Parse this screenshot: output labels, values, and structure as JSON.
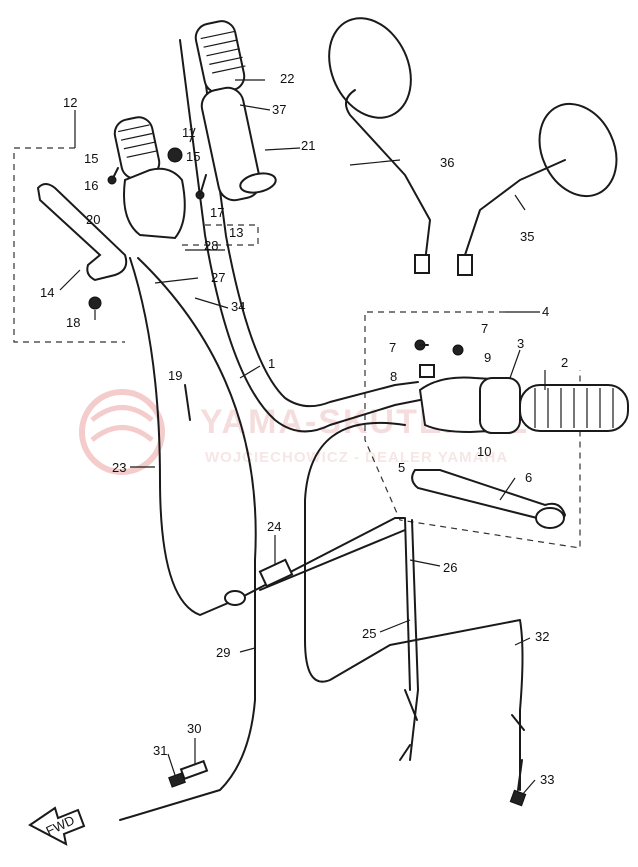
{
  "watermark": {
    "line1": "YAMA-SKUTER.PL",
    "line2": "WOJCIECHOWICZ - DEALER YAMAHA"
  },
  "fwd_label": "FWD",
  "callouts": {
    "c1": "1",
    "c2": "2",
    "c3": "3",
    "c4": "4",
    "c5": "5",
    "c6": "6",
    "c7a": "7",
    "c7b": "7",
    "c8": "8",
    "c9": "9",
    "c10": "10",
    "c11": "11",
    "c12": "12",
    "c13": "13",
    "c14": "14",
    "c15a": "15",
    "c15b": "15",
    "c16": "16",
    "c17": "17",
    "c18": "18",
    "c19": "19",
    "c20": "20",
    "c21": "21",
    "c22": "22",
    "c23": "23",
    "c24": "24",
    "c25": "25",
    "c26": "26",
    "c27": "27",
    "c28": "28",
    "c29": "29",
    "c30": "30",
    "c31": "31",
    "c32": "32",
    "c33": "33",
    "c34": "34",
    "c35": "35",
    "c36": "36",
    "c37": "37"
  }
}
